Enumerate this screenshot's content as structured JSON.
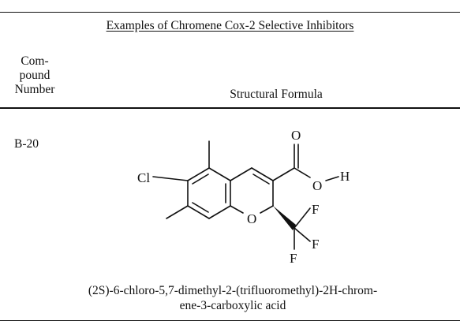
{
  "table": {
    "title": "Examples of Chromene Cox-2 Selective Inhibitors",
    "column_headers": {
      "compound_number": "Com-\npound\nNumber",
      "structural_formula": "Structural Formula"
    }
  },
  "rows": [
    {
      "compound_number": "B-20",
      "structure": {
        "atom_labels": {
          "chlorine": "Cl",
          "carbonyl_oxygen": "O",
          "hydroxyl_oxygen": "O",
          "hydrogen": "H",
          "ring_oxygen": "O",
          "fluorine_1": "F",
          "fluorine_2": "F",
          "fluorine_3": "F"
        }
      },
      "name": "(2S)-6-chloro-5,7-dimethyl-2-(trifluoromethyl)-2H-chrom-\nene-3-carboxylic acid"
    }
  ]
}
